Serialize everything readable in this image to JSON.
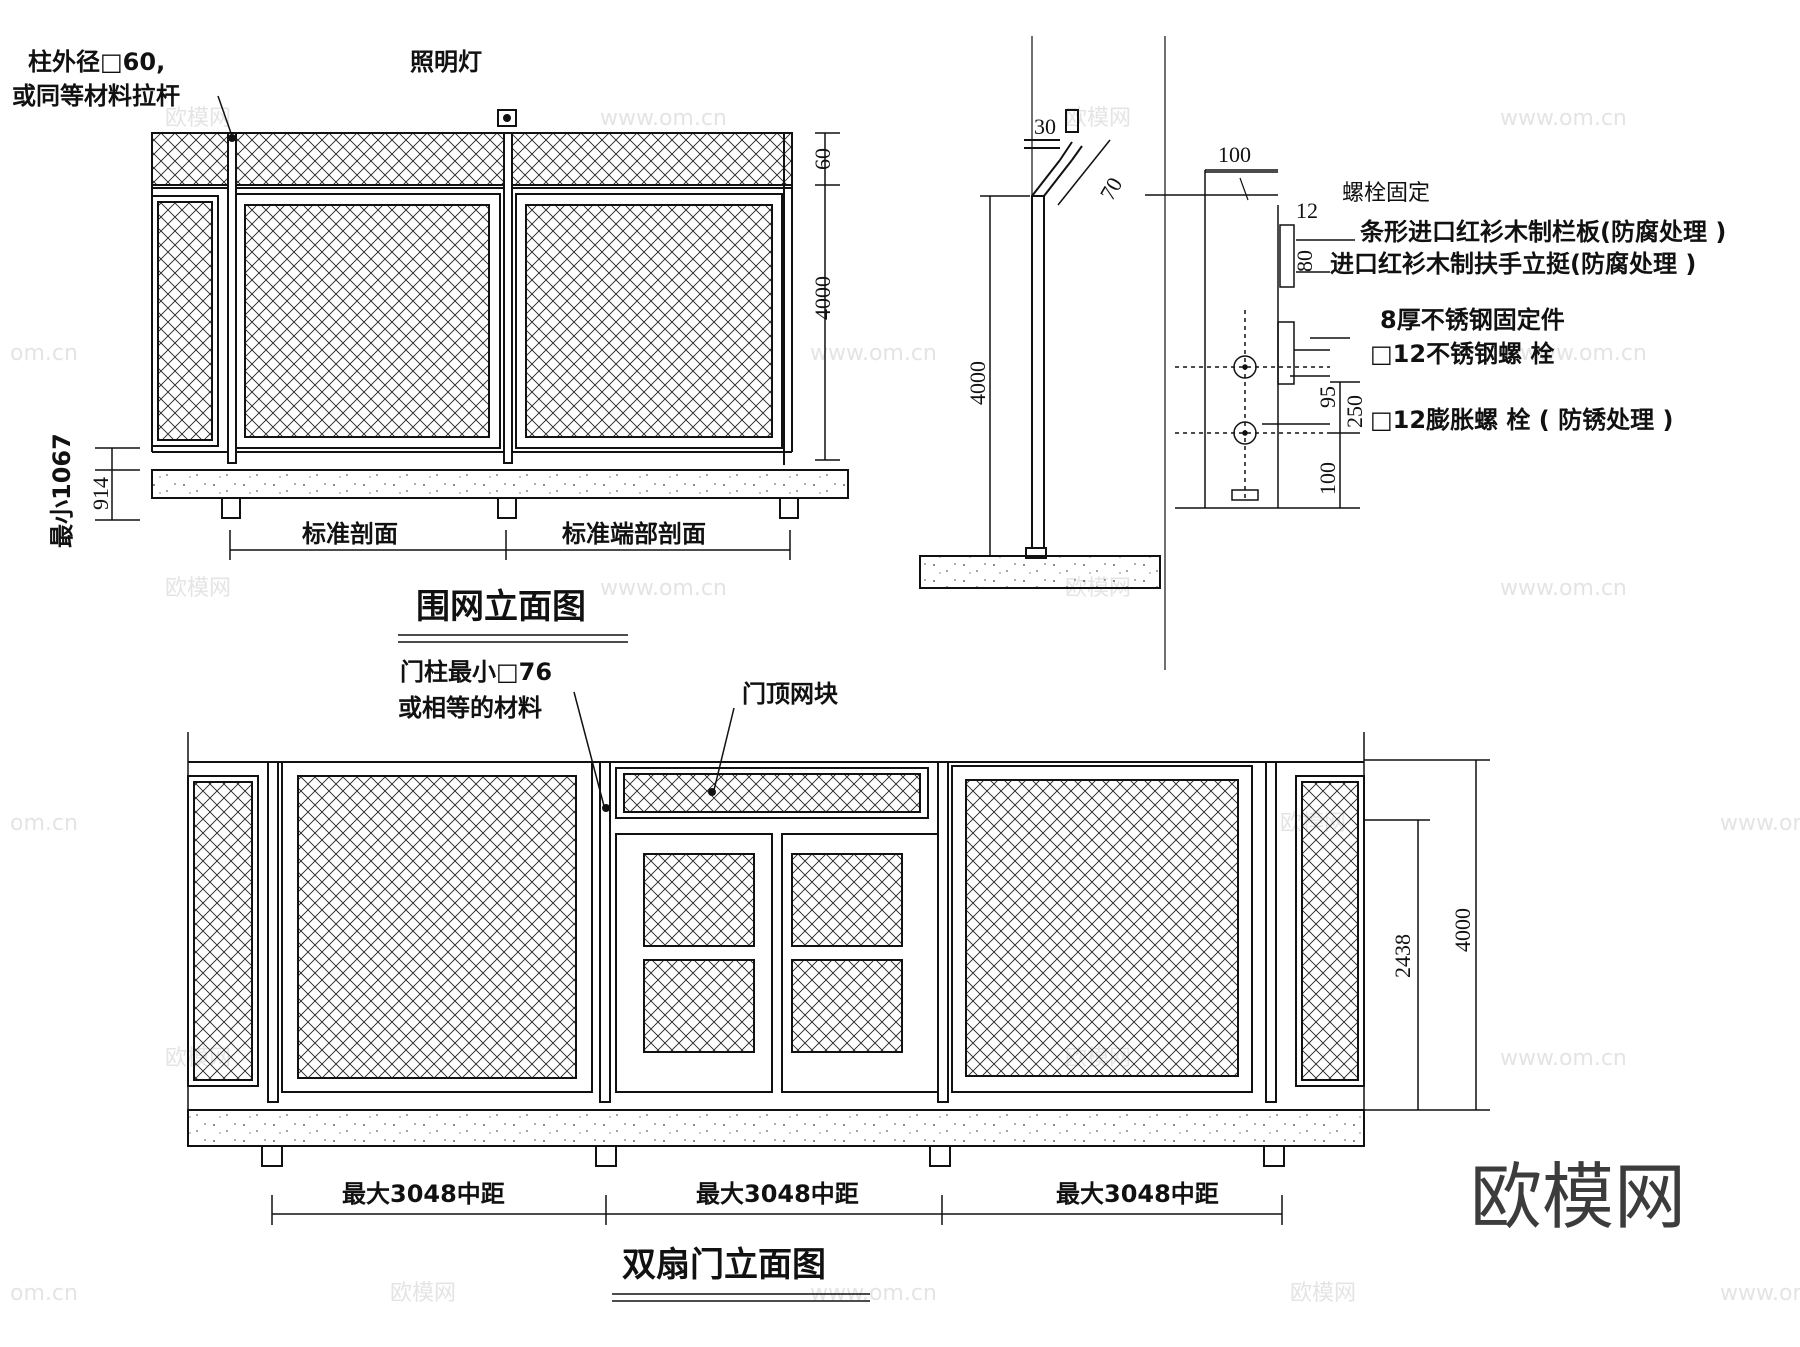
{
  "colors": {
    "line": "#111111",
    "background": "#ffffff",
    "watermark": "#e4e4e4"
  },
  "watermarks": {
    "brand": "欧模网",
    "site": "www.om.cn",
    "site_short": "om.cn",
    "corner_logo": "欧模网"
  },
  "fence": {
    "title": "围网立面图",
    "label_post_line1": "柱外径□60,",
    "label_post_line2": "或同等材料拉杆",
    "label_light": "照明灯",
    "dim_top": "60",
    "dim_height": "4000",
    "dim_min": "最小1067",
    "dim_914": "914",
    "section_standard": "标准剖面",
    "section_end": "标准端部剖面"
  },
  "section_view": {
    "dim_30": "30",
    "dim_70": "70",
    "dim_4000": "4000"
  },
  "detail": {
    "dim_100_top": "100",
    "note_bolt": "螺栓固定",
    "dim_12": "12",
    "dim_80": "80",
    "note_board": "条形进口红衫木制栏板(防腐处理 )",
    "note_handrail": "进口红衫木制扶手立挺(防腐处理 )",
    "note_plate": "8厚不锈钢固定件",
    "note_ss_bolt": "□12不锈钢螺 栓",
    "note_exp_bolt": "□12膨胀螺 栓 ( 防锈处理 )",
    "dim_95": "95",
    "dim_250": "250",
    "dim_100_bot": "100"
  },
  "gate": {
    "title": "双扇门立面图",
    "label_gatepost_line1": "门柱最小□76",
    "label_gatepost_line2": "或相等的材料",
    "label_top_panel": "门顶网块",
    "dim_2438": "2438",
    "dim_4000": "4000",
    "spacing_1": "最大3048中距",
    "spacing_2": "最大3048中距",
    "spacing_3": "最大3048中距"
  }
}
